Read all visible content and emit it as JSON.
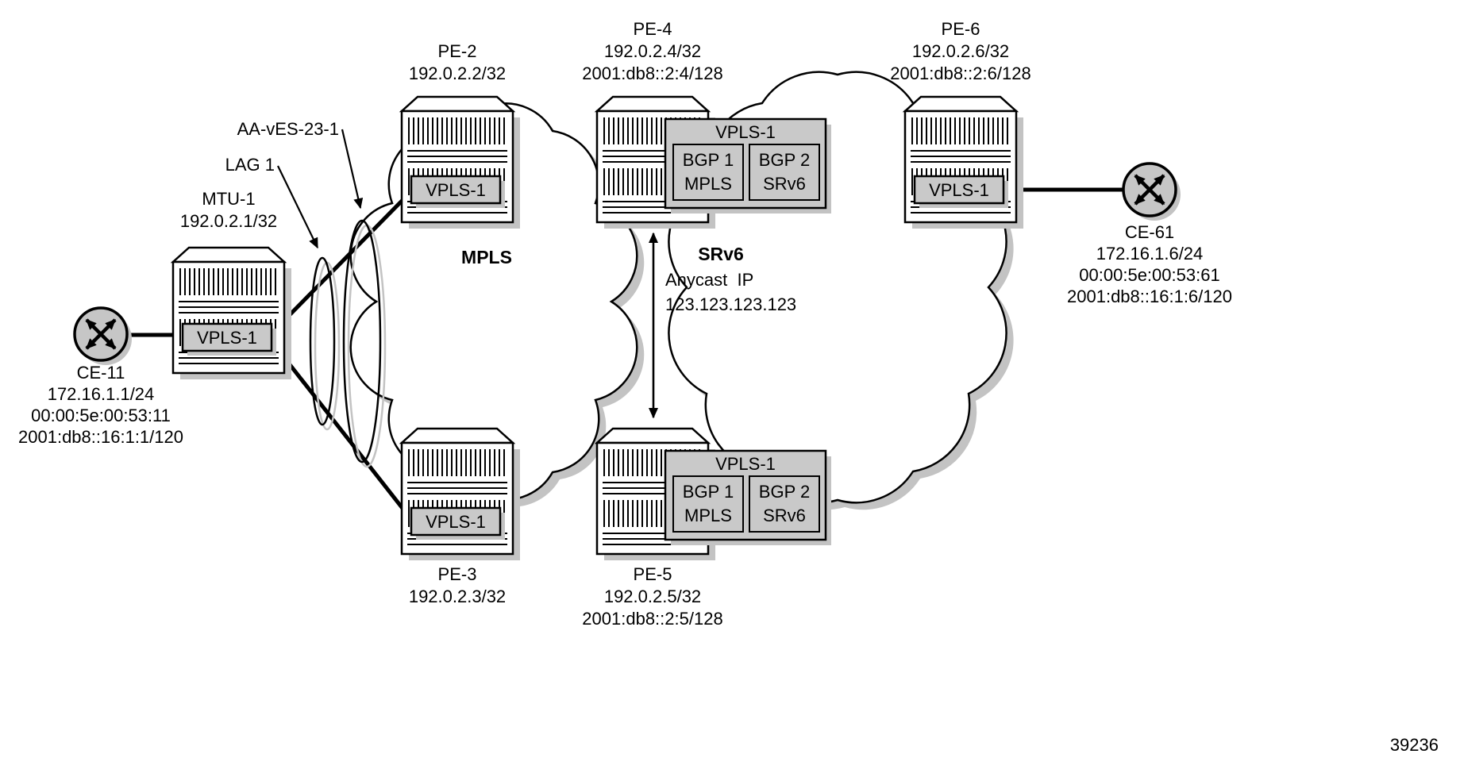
{
  "figure_number": "39236",
  "regions": {
    "mpls": "MPLS",
    "srv6": "SRv6"
  },
  "annotations": {
    "ethernet_segment": "AA-vES-23-1",
    "lag": "LAG 1",
    "anycast_title": "Anycast  IP",
    "anycast_ip": "123.123.123.123"
  },
  "colors": {
    "service_box_fill": "#c9c9c9",
    "ce_node_fill": "#c6c6c6",
    "shadow": "#c3c3c3"
  },
  "nodes": {
    "ce11": {
      "name": "CE-11",
      "details": [
        "172.16.1.1/24",
        "00:00:5e:00:53:11",
        "2001:db8::16:1:1/120"
      ]
    },
    "mtu1": {
      "name": "MTU-1",
      "details": [
        "192.0.2.1/32"
      ],
      "service": "VPLS-1"
    },
    "pe2": {
      "name": "PE-2",
      "details": [
        "192.0.2.2/32"
      ],
      "service": "VPLS-1"
    },
    "pe3": {
      "name": "PE-3",
      "details": [
        "192.0.2.3/32"
      ],
      "service": "VPLS-1"
    },
    "pe4": {
      "name": "PE-4",
      "details": [
        "192.0.2.4/32",
        "2001:db8::2:4/128"
      ],
      "service": "VPLS-1",
      "bgp": [
        {
          "name": "BGP 1",
          "transport": "MPLS"
        },
        {
          "name": "BGP 2",
          "transport": "SRv6"
        }
      ]
    },
    "pe5": {
      "name": "PE-5",
      "details": [
        "192.0.2.5/32",
        "2001:db8::2:5/128"
      ],
      "service": "VPLS-1",
      "bgp": [
        {
          "name": "BGP 1",
          "transport": "MPLS"
        },
        {
          "name": "BGP 2",
          "transport": "SRv6"
        }
      ]
    },
    "pe6": {
      "name": "PE-6",
      "details": [
        "192.0.2.6/32",
        "2001:db8::2:6/128"
      ],
      "service": "VPLS-1"
    },
    "ce61": {
      "name": "CE-61",
      "details": [
        "172.16.1.6/24",
        "00:00:5e:00:53:61",
        "2001:db8::16:1:6/120"
      ]
    }
  }
}
